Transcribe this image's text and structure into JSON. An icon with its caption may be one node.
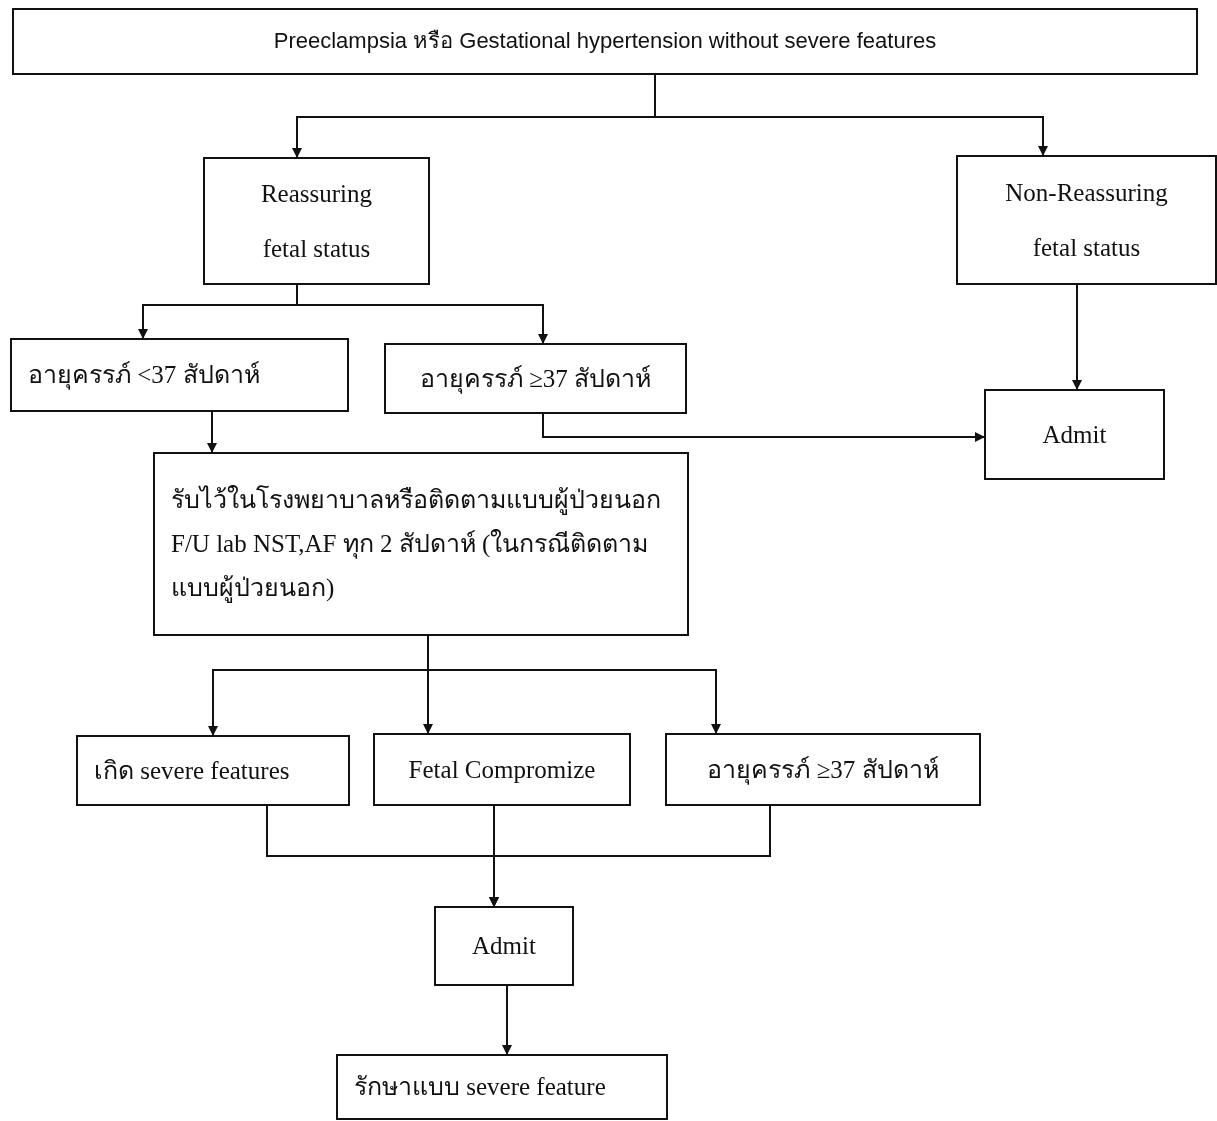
{
  "diagram": {
    "nodes": [
      {
        "text": [
          "Preeclampsia หรือ Gestational hypertension without severe features"
        ]
      },
      {
        "text": [
          "Reassuring fetal status"
        ]
      },
      {
        "text": [
          "Non-Reassuring fetal status"
        ]
      },
      {
        "text": [
          "อายุครรภ์ <37 สัปดาห์"
        ]
      },
      {
        "text": [
          "อายุครรภ์ ≥37 สัปดาห์"
        ]
      },
      {
        "text": [
          "Admit"
        ]
      },
      {
        "text": [
          "รับไว้ในโรงพยาบาลหรือติดตามแบบผู้ป่วยนอก F/U lab NST,AF ทุก 2 สัปดาห์ (ในกรณีติดตามแบบผู้ป่วยนอก)"
        ]
      },
      {
        "text": [
          "เกิด severe features"
        ]
      },
      {
        "text": [
          "Fetal Compromize"
        ]
      },
      {
        "text": [
          "อายุครรภ์ ≥37 สัปดาห์"
        ]
      },
      {
        "text": [
          "Admit"
        ]
      },
      {
        "text": [
          "รักษาแบบ severe feature"
        ]
      }
    ],
    "edges": [
      {
        "from": 0,
        "to": 1,
        "arrow": "to"
      },
      {
        "from": 0,
        "to": 2,
        "arrow": "to"
      },
      {
        "from": 1,
        "to": 3,
        "arrow": "to"
      },
      {
        "from": 1,
        "to": 4,
        "arrow": "to"
      },
      {
        "from": 2,
        "to": 5,
        "arrow": "to"
      },
      {
        "from": 3,
        "to": 6,
        "arrow": "to"
      },
      {
        "from": 4,
        "to": 5,
        "arrow": "to"
      },
      {
        "from": 6,
        "to": 7,
        "arrow": "to"
      },
      {
        "from": 6,
        "to": 8,
        "arrow": "to"
      },
      {
        "from": 6,
        "to": 9,
        "arrow": "to"
      },
      {
        "from": 7,
        "to": 10,
        "arrow": "to"
      },
      {
        "from": 8,
        "to": 10,
        "arrow": "to"
      },
      {
        "from": 9,
        "to": 10,
        "arrow": "to"
      },
      {
        "from": 10,
        "to": 11,
        "arrow": "to"
      }
    ]
  }
}
